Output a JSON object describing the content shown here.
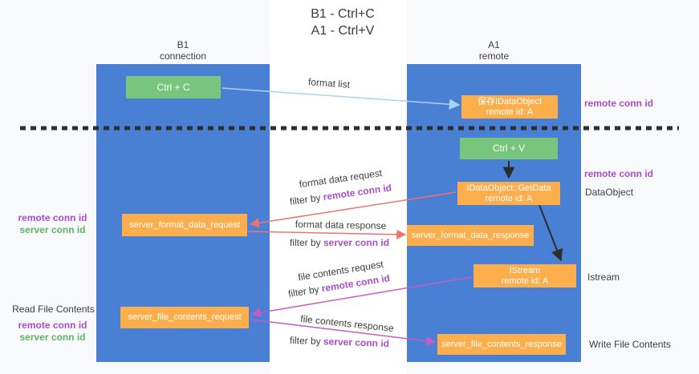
{
  "title": {
    "line1": "B1 - Ctrl+C",
    "line2": "A1 - Ctrl+V"
  },
  "lanes": {
    "left": {
      "title": "B1",
      "subtitle": "connection"
    },
    "right": {
      "title": "A1",
      "subtitle": "remote"
    }
  },
  "nodes": {
    "ctrl_c": "Ctrl + C",
    "save_dataobject": {
      "line1": "保存IDataObject",
      "line2": "remote id: A"
    },
    "ctrl_v": "Ctrl + V",
    "getdata": {
      "line1": "IDataObject::GetData",
      "line2": "remote id: A"
    },
    "format_request": "server_format_data_request",
    "format_response": "server_format_data_response",
    "istream": {
      "line1": "IStream",
      "line2": "remote id: A"
    },
    "file_request": "server_file_contents_request",
    "file_response": "server_file_contents_response"
  },
  "edge_labels": {
    "format_list": "format list",
    "format_data_request": "format data request",
    "format_data_response": "format data response",
    "file_contents_request": "file contents request",
    "file_contents_response": "file contents response",
    "filter_by": "filter by",
    "remote_conn_id": "remote conn id",
    "server_conn_id": "server conn id"
  },
  "side_labels": {
    "remote_conn_id": "remote conn id",
    "server_conn_id": "server conn id",
    "dataobject": "DataObject",
    "istream": "Istream",
    "read_file_contents": "Read File Contents",
    "write_file_contents": "Write File Contents"
  },
  "colors": {
    "lane_blue": "#4a80d4",
    "box_orange": "#fbae4b",
    "box_green": "#78c57d",
    "arrow_light_blue": "#a9d2ee",
    "arrow_black": "#2d2d2d",
    "arrow_red": "#ee7272",
    "arrow_magenta": "#c55cc5",
    "text_purple": "#a84fc8",
    "text_green": "#5db465",
    "text_dark": "#3d3d3d",
    "background": "#f8f9fa"
  }
}
